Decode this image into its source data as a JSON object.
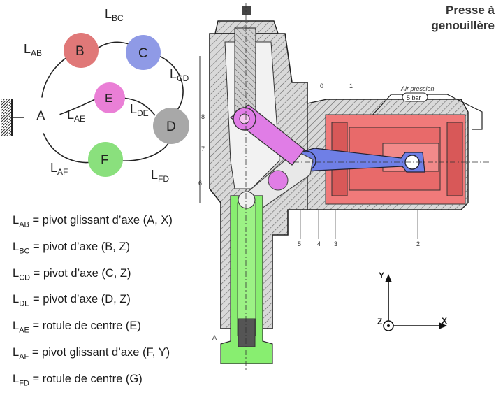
{
  "title": {
    "line1": "Presse à",
    "line2": "genouillère"
  },
  "graph": {
    "nodes": {
      "A": "A",
      "B": "B",
      "C": "C",
      "D": "D",
      "E": "E",
      "F": "F"
    },
    "links": [
      {
        "base": "L",
        "sub": "BC"
      },
      {
        "base": "L",
        "sub": "AB"
      },
      {
        "base": "L",
        "sub": "CD"
      },
      {
        "base": "L",
        "sub": "AE"
      },
      {
        "base": "L",
        "sub": "DE"
      },
      {
        "base": "L",
        "sub": "AF"
      },
      {
        "base": "L",
        "sub": "FD"
      }
    ]
  },
  "liaisons": [
    {
      "sub": "AB",
      "text": " = pivot glissant d’axe (A, X)"
    },
    {
      "sub": "BC",
      "text": " = pivot d’axe (B, Z)"
    },
    {
      "sub": "CD",
      "text": " = pivot d’axe (C, Z)"
    },
    {
      "sub": "DE",
      "text": " = pivot d’axe (D, Z)"
    },
    {
      "sub": "AE",
      "text": " = rotule de centre (E)"
    },
    {
      "sub": "AF",
      "text": " = pivot glissant d’axe (F, Y)"
    },
    {
      "sub": "FD",
      "text": " = rotule de centre (G)"
    }
  ],
  "drawing": {
    "callouts": [
      "0",
      "1",
      "8",
      "7",
      "6",
      "5",
      "4",
      "3",
      "2",
      "A"
    ],
    "air_label": "Air pression",
    "pressure": "5 bar"
  },
  "axes": {
    "y": "Y",
    "z": "Z",
    "x": "X"
  },
  "colors": {
    "B": "#e07878",
    "C": "#8f9ae6",
    "E": "#ea7fd6",
    "D": "#a8a8a8",
    "F": "#8ae07d",
    "magenta_part": "#e07de6",
    "blue_part": "#6f7fe6",
    "red_part": "#f07a7a",
    "green_part": "#88ee70"
  }
}
